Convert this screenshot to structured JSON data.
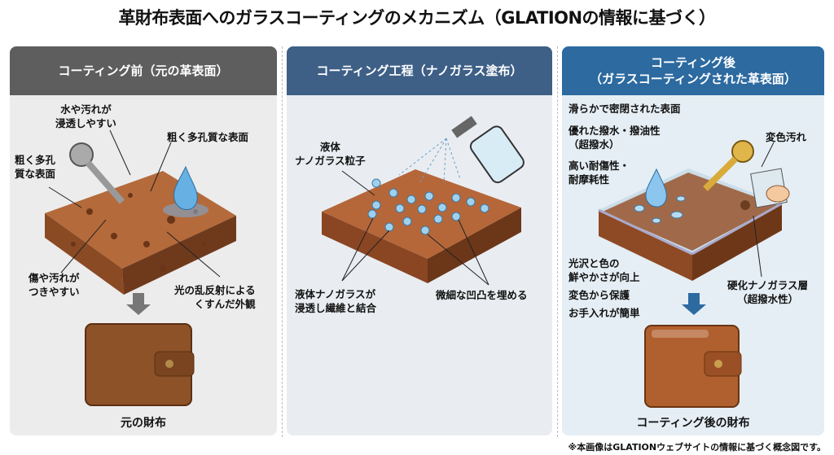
{
  "title": "革財布表面へのガラスコーティングのメカニズム（GLATIONの情報に基づく）",
  "panels": {
    "before": {
      "header": "コーティング前（元の革表面）",
      "labels": {
        "penetrate": [
          "水や汚れが",
          "浸透しやすい"
        ],
        "rough_right": "粗く多孔質な表面",
        "rough_left": [
          "粗く多孔",
          "質な表面"
        ],
        "scratch": [
          "傷や汚れが",
          "つきやすい"
        ],
        "dull": [
          "光の乱反射による",
          "くすんだ外観"
        ]
      },
      "caption": "元の財布",
      "color": "#5e5e5e"
    },
    "process": {
      "header": "コーティング工程（ナノガラス塗布）",
      "labels": {
        "particles": [
          "液体",
          "ナノガラス粒子"
        ],
        "bond": [
          "液体ナノガラスが",
          "浸透し繊維と結合"
        ],
        "fill": "微細な凹凸を埋める"
      },
      "color": "#3e5f86"
    },
    "after": {
      "header": [
        "コーティング後",
        "（ガラスコーティングされた革表面）"
      ],
      "labels": {
        "smooth": "滑らかで密閉された表面",
        "repel": [
          "優れた撥水・撥油性",
          "（超撥水）"
        ],
        "durable": [
          "高い耐傷性・",
          "耐摩耗性"
        ],
        "stain": "変色汚れ",
        "gloss": [
          "光沢と色の",
          "鮮やかさが向上"
        ],
        "protect": "変色から保護",
        "care": "お手入れが簡単",
        "layer": [
          "硬化ナノガラス層",
          "（超撥水性）"
        ]
      },
      "caption": "コーティング後の財布",
      "color": "#2c6aa0"
    }
  },
  "footnote": "※本画像はGLATIONウェブサイトの情報に基づく概念図です。"
}
